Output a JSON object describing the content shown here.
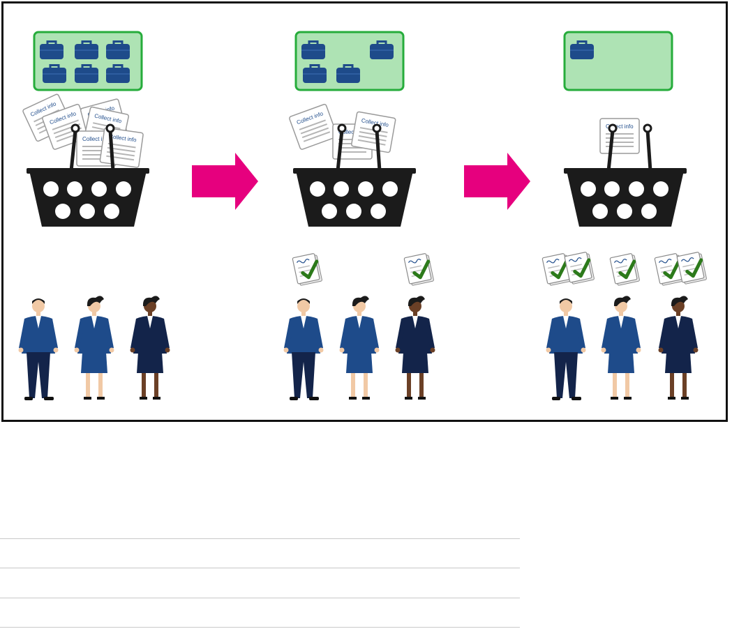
{
  "diagram": {
    "stages": [
      {
        "bag_count": 6,
        "basket_paper_labels": [
          "Collect info",
          "Collect info",
          "Collect info",
          "Collect info",
          "Collect info",
          "Collect info"
        ],
        "people": [
          {
            "completed_forms": 0
          },
          {
            "completed_forms": 0
          },
          {
            "completed_forms": 0
          }
        ]
      },
      {
        "bag_count": 4,
        "basket_paper_labels": [
          "Collect info",
          "Collect info",
          "Collect info"
        ],
        "people": [
          {
            "completed_forms": 1
          },
          {
            "completed_forms": 0
          },
          {
            "completed_forms": 1
          }
        ]
      },
      {
        "bag_count": 1,
        "basket_paper_labels": [
          "Collect info"
        ],
        "people": [
          {
            "completed_forms": 2
          },
          {
            "completed_forms": 1
          },
          {
            "completed_forms": 2
          }
        ]
      }
    ],
    "arrow_count": 2,
    "colors": {
      "bag_panel_fill": "#aee3b4",
      "bag_panel_border": "#26ac3b",
      "bag": "#1e4b8a",
      "basket": "#1b1b1b",
      "arrow": "#e6007e",
      "checkmark": "#2c7a1a",
      "suit": "#1e4b8a",
      "dark_suit": "#13244a"
    }
  }
}
